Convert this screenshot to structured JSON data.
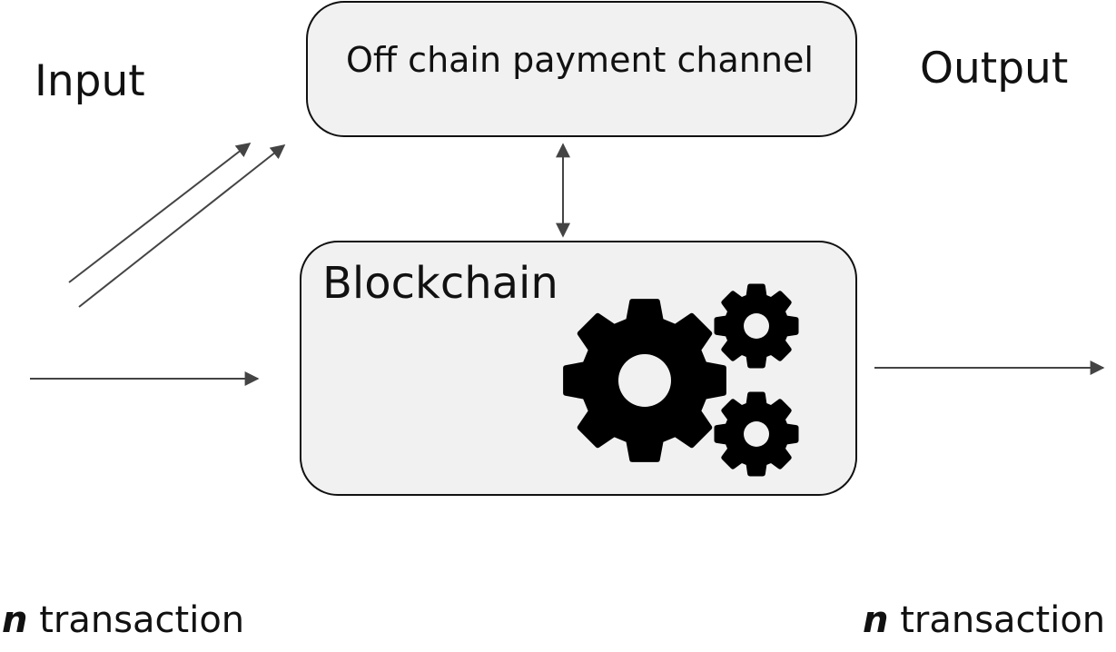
{
  "input_label": "Input",
  "output_label": "Output",
  "offchain_label": "Off chain payment channel",
  "blockchain_label": "Blockchain",
  "transactions": {
    "left": {
      "count": "n",
      "text": " transaction"
    },
    "right": {
      "count": "n",
      "text": " transaction"
    }
  },
  "colors": {
    "box_fill": "#f1f1f1",
    "stroke": "#111111",
    "arrow": "#444444"
  }
}
